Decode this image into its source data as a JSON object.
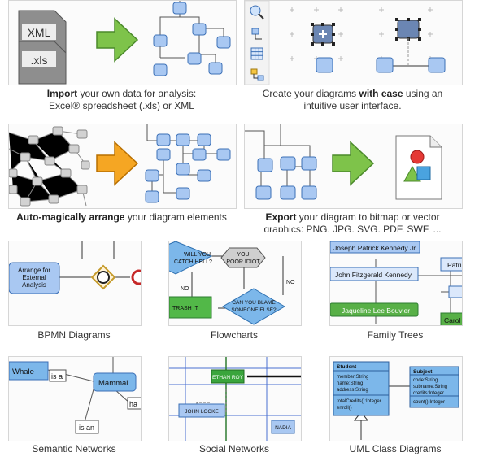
{
  "features": {
    "import": {
      "bold": "Import",
      "rest1": " your own data for analysis:",
      "line2": "Excel® spreadsheet (.xls) or XML",
      "doc1": "XML",
      "doc2": ".xls"
    },
    "create": {
      "pre": "Create your diagrams ",
      "bold": "with ease",
      "rest1": " using an",
      "line2": "intuitive user interface."
    },
    "arrange": {
      "bold": "Auto-magically arrange",
      "rest1": " your diagram elements"
    },
    "export": {
      "bold": "Export",
      "rest1": " your diagram to bitmap or vector",
      "line2": "graphics: PNG, JPG, SVG, PDF, SWF, ..."
    }
  },
  "examples": [
    {
      "label": "BPMN Diagrams"
    },
    {
      "label": "Flowcharts"
    },
    {
      "label": "Family Trees"
    },
    {
      "label": "Semantic Networks"
    },
    {
      "label": "Social Networks"
    },
    {
      "label": "UML Class Diagrams"
    }
  ],
  "bpmn": {
    "task": "Arrange for External Analysis"
  },
  "flowchart": {
    "q1": "WILL YOU CATCH HELL?",
    "r1": "YOU POOR IDIOT",
    "no1": "NO",
    "no2": "NO",
    "trash": "TRASH IT",
    "q2": "CAN YOU BLAME SOMEONE ELSE?"
  },
  "family": {
    "p1": "Joseph Patrick Kennedy Jr",
    "p2": "John Fitzgerald Kennedy",
    "p3": "Jaqueline Lee Bouvier",
    "p4": "Patri",
    "p5": "Carol"
  },
  "semantic": {
    "whale": "Whale",
    "isa": "is a",
    "mammal": "Mammal",
    "ha": "ha",
    "isan": "is an"
  },
  "social": {
    "ethan": "ETHAN ROY",
    "john": "JOHN LOCKE",
    "nadia": "NADIA"
  },
  "uml": {
    "student": {
      "title": "Student",
      "attrs": [
        "member:String",
        "name:String",
        "address:String"
      ],
      "ops": [
        "totalCredits():Integer",
        "enroll()"
      ]
    },
    "subject": {
      "title": "Subject",
      "attrs": [
        "code:String",
        "subname:String",
        "credits:Integer"
      ],
      "ops": [
        "count():Integer"
      ]
    }
  },
  "colors": {
    "node_fill": "#a9c8f2",
    "node_stroke": "#3b6fb6",
    "green": "#7ec34a",
    "orange": "#f5a623",
    "red": "#e53935"
  }
}
